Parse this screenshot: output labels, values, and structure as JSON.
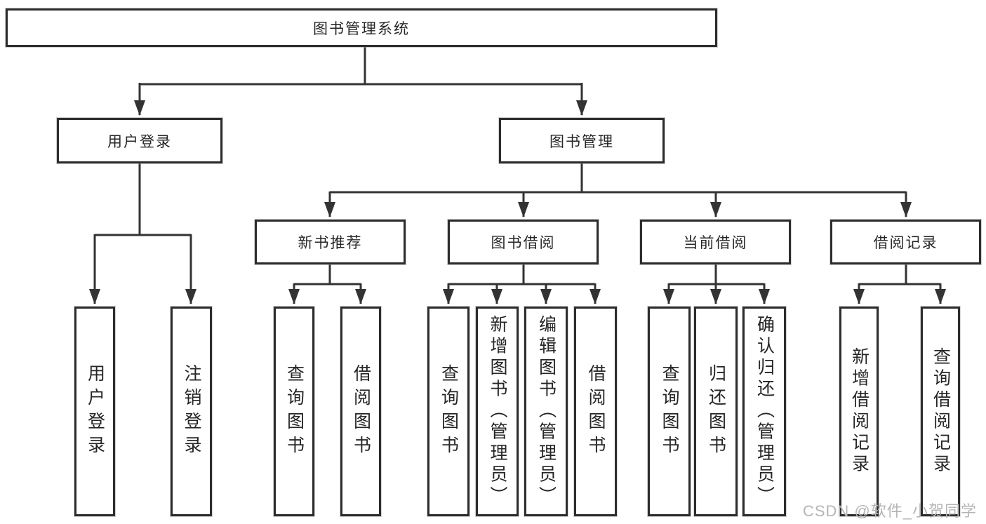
{
  "diagram": {
    "type": "hierarchy-tree",
    "colors": {
      "line": "#333333",
      "box_border": "#2d2d2d",
      "text": "#262626",
      "watermark": "#b5b5b5",
      "background": "#ffffff"
    },
    "tree": {
      "root": {
        "label": "图书管理系统"
      },
      "level2": [
        {
          "label": "用户登录",
          "parent": "图书管理系统"
        },
        {
          "label": "图书管理",
          "parent": "图书管理系统"
        }
      ],
      "level3": [
        {
          "label": "新书推荐",
          "parent": "图书管理"
        },
        {
          "label": "图书借阅",
          "parent": "图书管理"
        },
        {
          "label": "当前借阅",
          "parent": "图书管理"
        },
        {
          "label": "借阅记录",
          "parent": "图书管理"
        }
      ],
      "leaves": [
        {
          "label": "用户登录",
          "parent": "用户登录"
        },
        {
          "label": "注销登录",
          "parent": "用户登录"
        },
        {
          "label": "查询图书",
          "parent": "新书推荐"
        },
        {
          "label": "借阅图书",
          "parent": "新书推荐"
        },
        {
          "label": "查询图书",
          "parent": "图书借阅"
        },
        {
          "label": "新增图书（管理员）",
          "parent": "图书借阅"
        },
        {
          "label": "编辑图书（管理员）",
          "parent": "图书借阅"
        },
        {
          "label": "借阅图书",
          "parent": "图书借阅"
        },
        {
          "label": "查询图书",
          "parent": "当前借阅"
        },
        {
          "label": "归还图书",
          "parent": "当前借阅"
        },
        {
          "label": "确认归还（管理员）",
          "parent": "当前借阅"
        },
        {
          "label": "新增借阅记录",
          "parent": "借阅记录"
        },
        {
          "label": "查询借阅记录",
          "parent": "借阅记录"
        }
      ]
    },
    "watermark": {
      "text": "CSDN @软件_小贺同学"
    }
  }
}
